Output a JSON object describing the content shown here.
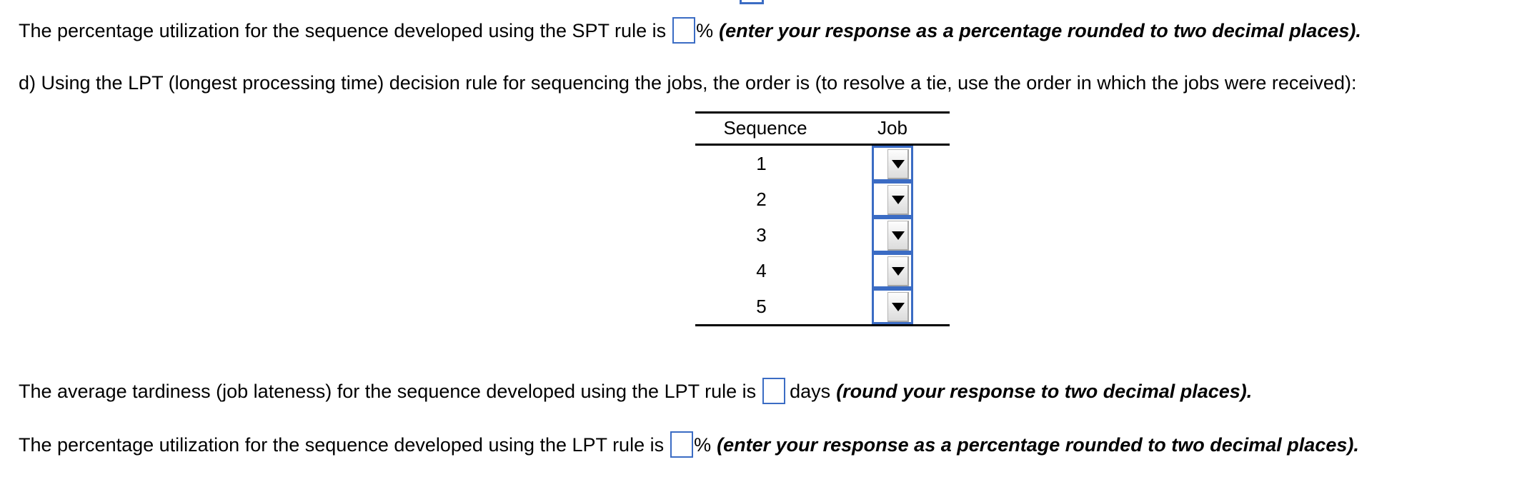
{
  "page": {
    "background_color": "#ffffff",
    "accent_color": "#3b6cc4",
    "rule_color": "#000000"
  },
  "top_clipped_input": {
    "name": "clipped-answer-box",
    "value": ""
  },
  "lines": {
    "spt_utilization": {
      "prefix": "The percentage utilization for the sequence developed using the SPT rule is",
      "input_value": "",
      "unit": "%",
      "hint": "(enter your response as a percentage rounded to two decimal places)."
    },
    "part_d_prompt": {
      "text": "d) Using the LPT (longest processing time) decision rule for sequencing the jobs, the order is (to resolve a tie, use the order in which the jobs were received):"
    },
    "lpt_tardiness": {
      "prefix": "The average tardiness (job lateness) for the sequence developed using the LPT rule is",
      "input_value": "",
      "unit": "days",
      "hint": "(round your response to two decimal places)."
    },
    "lpt_utilization": {
      "prefix": "The percentage utilization for the sequence developed using the LPT rule is",
      "input_value": "",
      "unit": "%",
      "hint": "(enter your response as a percentage rounded to two decimal places)."
    }
  },
  "sequence_table": {
    "headers": {
      "sequence": "Sequence",
      "job": "Job"
    },
    "rows": [
      {
        "sequence": "1",
        "job_selected": "",
        "dropdown_icon": "chevron-down-icon"
      },
      {
        "sequence": "2",
        "job_selected": "",
        "dropdown_icon": "chevron-down-icon"
      },
      {
        "sequence": "3",
        "job_selected": "",
        "dropdown_icon": "chevron-down-icon"
      },
      {
        "sequence": "4",
        "job_selected": "",
        "dropdown_icon": "chevron-down-icon"
      },
      {
        "sequence": "5",
        "job_selected": "",
        "dropdown_icon": "chevron-down-icon"
      }
    ]
  }
}
